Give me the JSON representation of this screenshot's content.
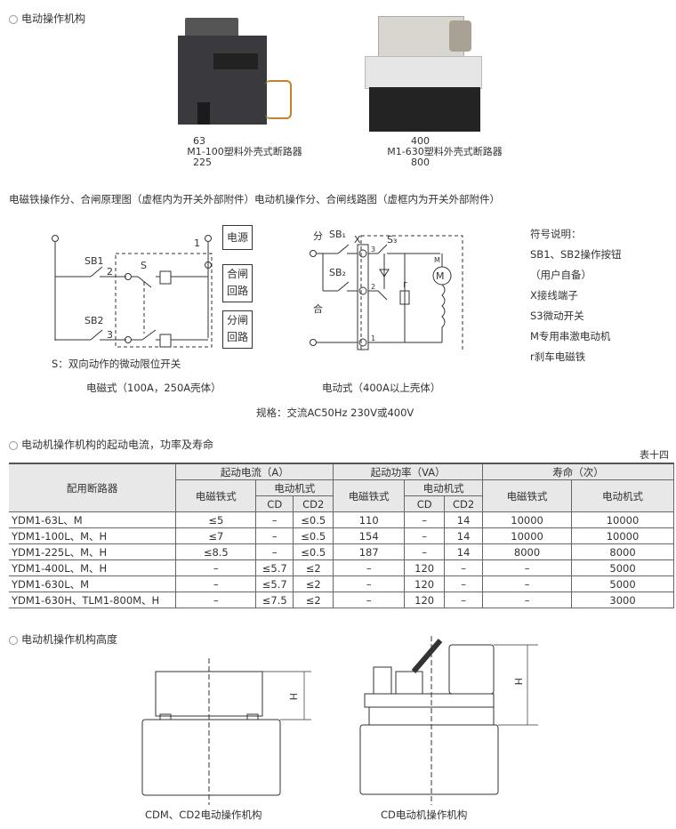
{
  "section1": {
    "title": "电动操作机构"
  },
  "photo1": {
    "line1": "63",
    "line2": "M1-100塑料外壳式断路器",
    "line3": "225"
  },
  "photo2": {
    "line1": "400",
    "line2": "M1-630塑料外壳式断路器",
    "line3": "800"
  },
  "diagram_heading": "电磁铁操作分、合闸原理图（虚框内为开关外部附件）电动机操作分、合闸线路图（虚框内为开关外部附件）",
  "left_diagram": {
    "sb1": "SB1",
    "sb2": "SB2",
    "s": "S",
    "n1": "1",
    "n2": "2",
    "n3": "3",
    "box_power": "电源",
    "box_close": "合闸回路",
    "box_open": "分闸回路",
    "note": "S：双向动作的微动限位开关",
    "caption": "电磁式（100A，250A壳体）"
  },
  "right_diagram": {
    "fen": "分",
    "he": "合",
    "sb1": "SB₁",
    "sb2": "SB₂",
    "x": "X",
    "s3": "S₃",
    "m": "M",
    "m_small": "M",
    "r": "r",
    "n1": "1",
    "n2": "2",
    "n3": "3",
    "caption": "电动式（400A以上壳体）"
  },
  "legend": {
    "title": "符号说明：",
    "items": [
      "SB1、SB2操作按钮",
      "（用户自备）",
      "X接线端子",
      "S3微动开关",
      "M专用串激电动机",
      "r刹车电磁铁"
    ]
  },
  "spec": "规格：交流AC50Hz 230V或400V",
  "section2": {
    "title": "电动机操作机构的起动电流，功率及寿命",
    "table_no": "表十四"
  },
  "table": {
    "h_breaker": "配用断路器",
    "h_current": "起动电流（A）",
    "h_power": "起动功率（VA）",
    "h_life": "寿命（次）",
    "h_em": "电磁铁式",
    "h_motor": "电动机式",
    "h_cd": "CD",
    "h_cd2": "CD2",
    "rows": [
      [
        "YDM1-63L、M",
        "≤5",
        "–",
        "≤0.5",
        "110",
        "–",
        "14",
        "10000",
        "10000"
      ],
      [
        "YDM1-100L、M、H",
        "≤7",
        "–",
        "≤0.5",
        "154",
        "–",
        "14",
        "10000",
        "10000"
      ],
      [
        "YDM1-225L、M、H",
        "≤8.5",
        "–",
        "≤0.5",
        "187",
        "–",
        "14",
        "8000",
        "8000"
      ],
      [
        "YDM1-400L、M、H",
        "–",
        "≤5.7",
        "≤2",
        "–",
        "120",
        "–",
        "–",
        "5000"
      ],
      [
        "YDM1-630L、M",
        "–",
        "≤5.7",
        "≤2",
        "–",
        "120",
        "–",
        "–",
        "5000"
      ],
      [
        "YDM1-630H、TLM1-800M、H",
        "–",
        "≤7.5",
        "≤2",
        "–",
        "120",
        "–",
        "–",
        "3000"
      ]
    ]
  },
  "section3": {
    "title": "电动机操作机构高度"
  },
  "height_label": "H",
  "captions": {
    "left": "CDM、CD2电动操作机构",
    "right": "CD电动机操作机构"
  }
}
